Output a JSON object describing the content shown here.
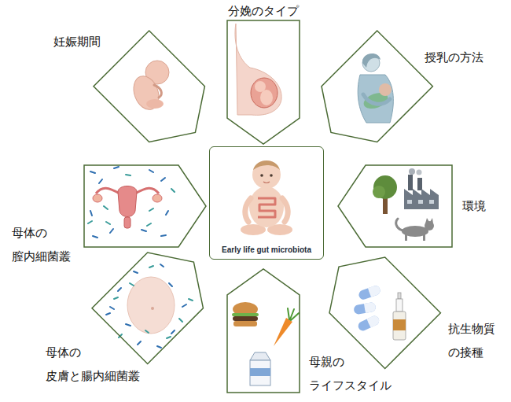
{
  "diagram": {
    "nodes": [
      {
        "text": [
          "分娩のタイプ"
        ]
      },
      {
        "text": [
          "妊娠期間"
        ]
      },
      {
        "text": [
          "授乳の方法"
        ]
      },
      {
        "text": [
          "母体の 膣内細菌叢"
        ]
      },
      {
        "text": [
          "Early life gut microbiota"
        ]
      },
      {
        "text": [
          "環境"
        ]
      },
      {
        "text": [
          "抗生物質 の接種"
        ]
      },
      {
        "text": [
          "母体の 皮膚と腸内細菌叢"
        ]
      },
      {
        "text": [
          "母親の ライフスタイル"
        ]
      }
    ]
  }
}
